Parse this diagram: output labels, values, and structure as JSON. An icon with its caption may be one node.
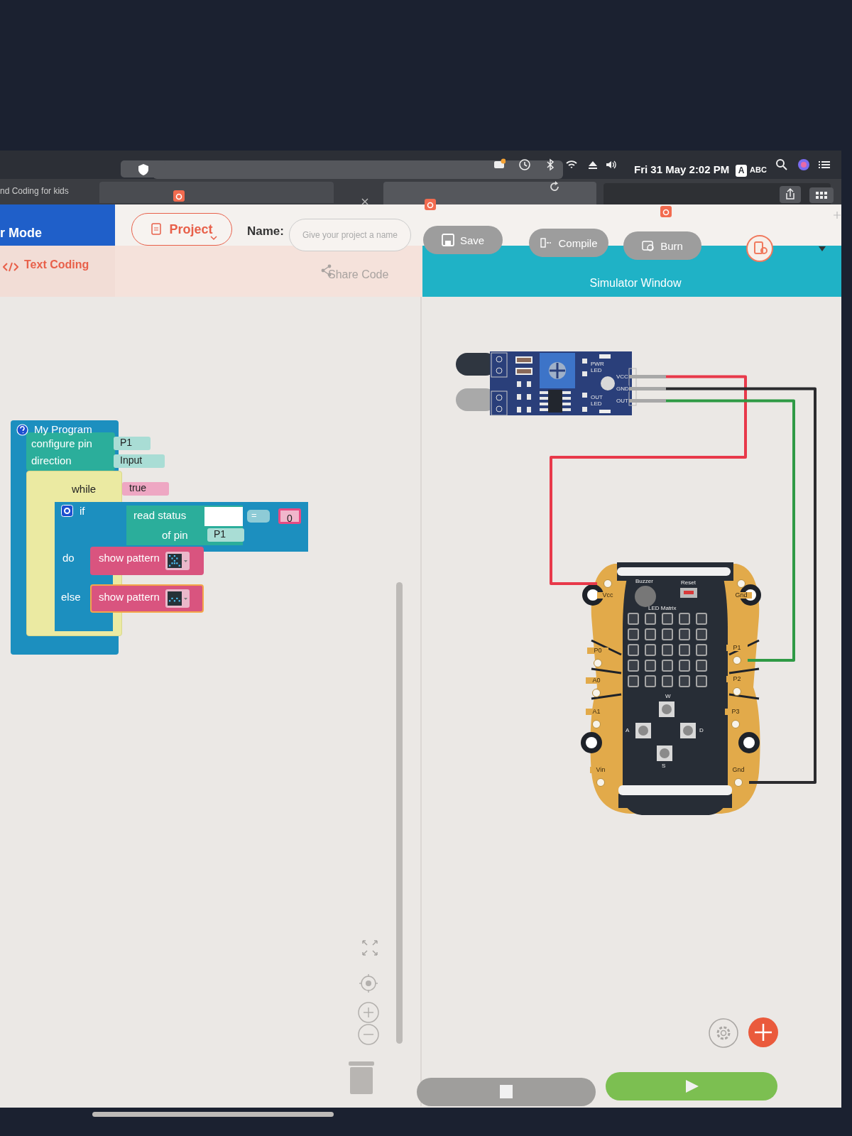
{
  "diagram": {
    "nodes": [
      {
        "text": [
          "PWR LED",
          "OUT LED"
        ]
      },
      {
        "text": [
          "VCC"
        ]
      },
      {
        "text": [
          "GND"
        ]
      },
      {
        "text": [
          "OUT"
        ]
      },
      {
        "text": [
          "Buzzer",
          "Reset",
          "LED Matrix",
          "W",
          "A",
          "D",
          "S"
        ]
      },
      {
        "text": [
          "Vcc"
        ],
        "in": 4
      },
      {
        "text": [
          "Gnd"
        ],
        "in": 4
      },
      {
        "text": [
          "P0"
        ],
        "in": 4
      },
      {
        "text": [
          "P1"
        ],
        "in": 4
      },
      {
        "text": [
          "A0"
        ],
        "in": 4
      },
      {
        "text": [
          "P2"
        ],
        "in": 4
      },
      {
        "text": [
          "A1"
        ],
        "in": 4
      },
      {
        "text": [
          "P3"
        ],
        "in": 4
      },
      {
        "text": [
          "Vin"
        ],
        "in": 4
      },
      {
        "text": [
          "Gnd"
        ],
        "in": 4
      }
    ],
    "edges": [
      {
        "from": 1,
        "to": 5,
        "arrow": "none",
        "color": "#e8394a"
      },
      {
        "from": 2,
        "to": 14,
        "arrow": "none",
        "color": "#2b2b2e"
      },
      {
        "from": 3,
        "to": 8,
        "arrow": "none",
        "color": "#2f9a45"
      }
    ],
    "labels": [
      "Fri 31 May 2:02 PM",
      "A",
      "ABC",
      "nd Coding for kids",
      "r Mode",
      "Project",
      "Name:",
      "Give your project a name",
      "Save",
      "Compile",
      "Burn",
      "Text Coding",
      "Share Code",
      "Simulator Window",
      "My Program",
      "configure pin",
      "P1",
      "direction",
      "Input",
      "while",
      "true",
      "if",
      "read status",
      "of pin",
      "P1",
      "=",
      "0",
      "do",
      "show pattern",
      "else",
      "show pattern"
    ]
  }
}
